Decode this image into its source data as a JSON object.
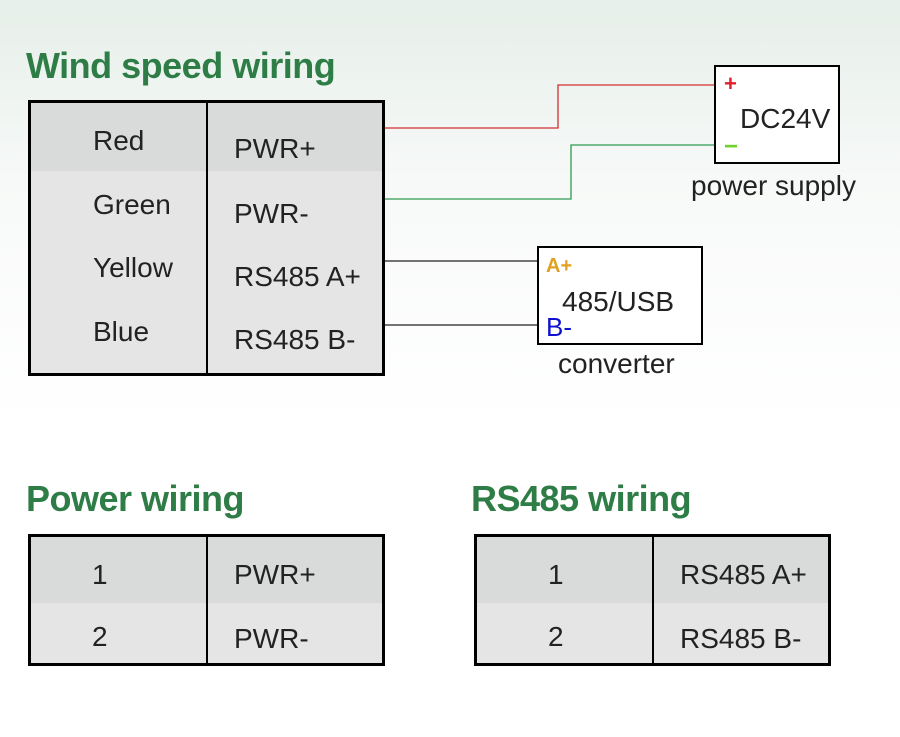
{
  "colors": {
    "heading": "#2e7d46",
    "wire_red": "#d32f2f",
    "wire_green": "#2e9a4f",
    "pin_plus": "#e0202a",
    "pin_minus": "#6fd22a",
    "pin_a": "#e0a020",
    "pin_b": "#1010d0"
  },
  "wind_speed": {
    "title": "Wind speed wiring",
    "rows": [
      {
        "color": "Red",
        "signal": "PWR+"
      },
      {
        "color": "Green",
        "signal": "PWR-"
      },
      {
        "color": "Yellow",
        "signal": "RS485 A+"
      },
      {
        "color": "Blue",
        "signal": "RS485 B-"
      }
    ]
  },
  "power_supply": {
    "label": "DC24V",
    "plus": "+",
    "minus": "−",
    "caption": "power supply"
  },
  "converter": {
    "label": "485/USB",
    "a_pin": "A+",
    "b_pin": "B-",
    "caption": "converter"
  },
  "power_wiring": {
    "title": "Power wiring",
    "rows": [
      {
        "num": "1",
        "signal": "PWR+"
      },
      {
        "num": "2",
        "signal": "PWR-"
      }
    ]
  },
  "rs485_wiring": {
    "title": "RS485 wiring",
    "rows": [
      {
        "num": "1",
        "signal": "RS485 A+"
      },
      {
        "num": "2",
        "signal": "RS485 B-"
      }
    ]
  }
}
